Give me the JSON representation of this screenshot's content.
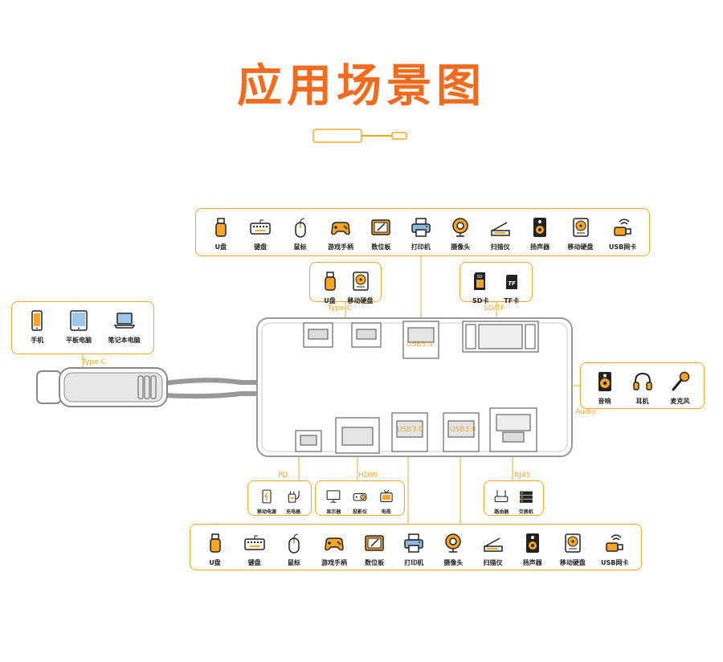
{
  "title": "应用场景图",
  "top_row": [
    "U盘",
    "键盘",
    "鼠标",
    "游戏手柄",
    "数位板",
    "打印机",
    "摄像头",
    "扫描仪",
    "扬声器",
    "移动硬盘",
    "USB网卡"
  ],
  "bottom_row": [
    "U盘",
    "键盘",
    "鼠标",
    "游戏手柄",
    "数位板",
    "打印机",
    "摄像头",
    "扫描仪",
    "扬声器",
    "移动硬盘",
    "USB网卡"
  ],
  "typec_upper": {
    "items": [
      "U盘",
      "移动硬盘"
    ],
    "label": "Type-C"
  },
  "sdtf": {
    "items": [
      "SD卡",
      "TF卡"
    ],
    "label": "SD/TF"
  },
  "host": {
    "items": [
      "手机",
      "平板电脑",
      "笔记本电脑"
    ],
    "label": "Type-C"
  },
  "audio": {
    "items": [
      "音响",
      "耳机",
      "麦克风"
    ],
    "label": "Audio"
  },
  "pd": {
    "items": [
      "移动电源",
      "充电器"
    ],
    "label": "PD"
  },
  "hdmi": {
    "items": [
      "显示器",
      "投影仪",
      "电视"
    ],
    "label": "HDMI"
  },
  "rj45": {
    "items": [
      "路由器",
      "交换机"
    ],
    "label": "RJ45"
  },
  "usb_labels": {
    "top": "USB3.0",
    "bottom_left": "USB3.0",
    "bottom_right": "USB3.0"
  },
  "sd_icon_text": "SD",
  "tf_icon_text": "TF",
  "colors": {
    "accent": "#f26b1d",
    "box_border": "#f6a623",
    "line": "#f6a623",
    "device": "#888888"
  }
}
